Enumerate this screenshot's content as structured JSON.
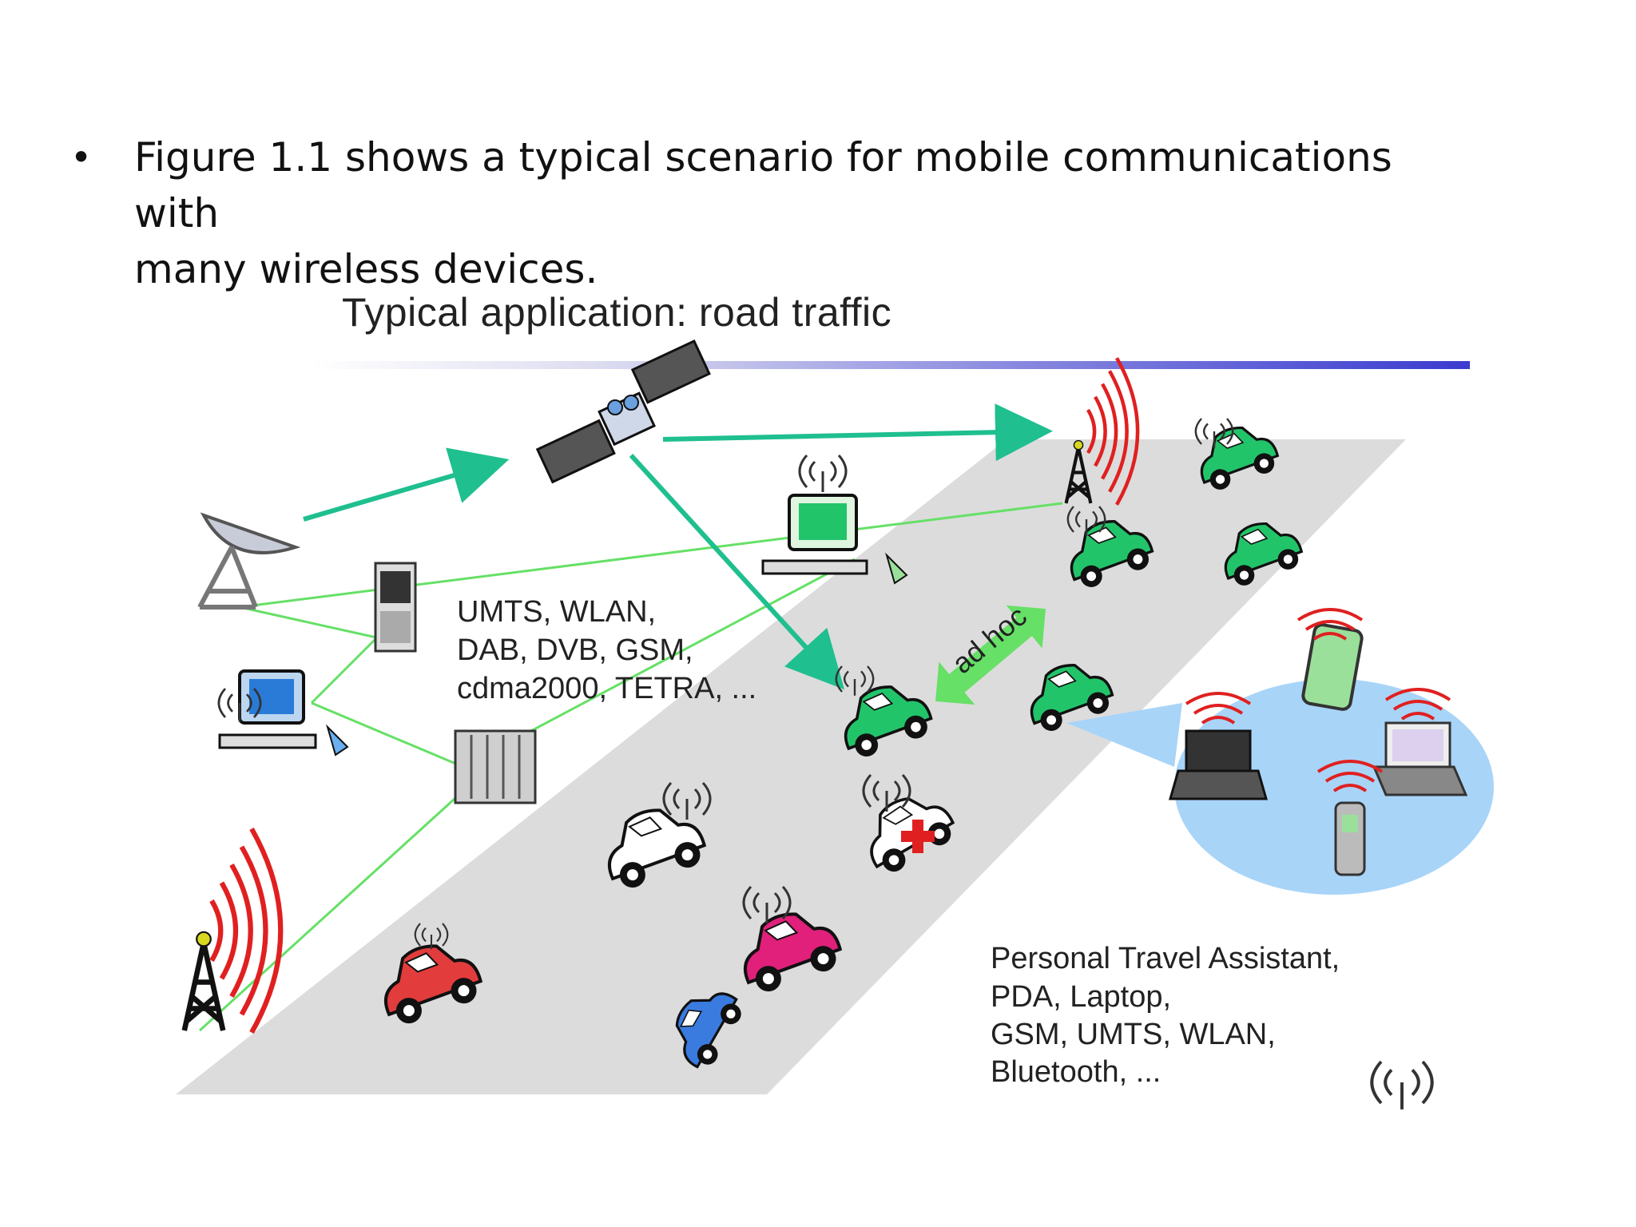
{
  "slide": {
    "bullet_symbol": "•",
    "bullet_text_line1": "Figure 1.1 shows a typical scenario for mobile communications with",
    "bullet_text_line2": "many wireless devices."
  },
  "figure": {
    "title": "Typical application: road traffic",
    "networks_label": [
      "UMTS, WLAN,",
      "DAB, DVB, GSM,",
      "cdma2000, TETRA, ..."
    ],
    "adhoc_label": "ad hoc",
    "pta_label": [
      "Personal Travel Assistant,",
      "PDA, Laptop,",
      "GSM, UMTS, WLAN,",
      "Bluetooth, ..."
    ],
    "colors": {
      "road": "#dcdcdc",
      "arrow": "#1fbf8f",
      "link": "#66e066",
      "antenna_waves": "#e02020",
      "car_green": "#22c46a",
      "car_red": "#e23c3c",
      "car_pink": "#e0207a",
      "car_blue": "#3a7be0",
      "bubble": "#a8d4f8"
    }
  }
}
